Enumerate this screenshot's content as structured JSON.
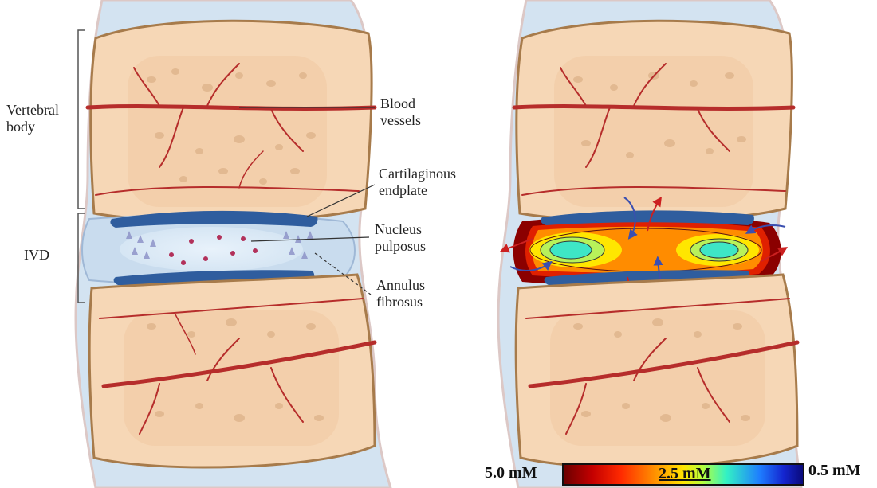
{
  "labels": {
    "vertebral_body": "Vertebral\nbody",
    "blood_vessels": "Blood\nvessels",
    "cartilaginous_endplate": "Cartilaginous\nendplate",
    "ivd": "IVD",
    "nucleus_pulposus": "Nucleus\npulposus",
    "annulus_fibrosus": "Annulus\nfibrosus"
  },
  "colorbar": {
    "left_label": "5.0 mM",
    "mid_label": "2.5 mM",
    "right_label": "0.5 mM"
  },
  "colors": {
    "bone_fill": "#f6d7b6",
    "bone_outline": "#a77b4b",
    "trabecular": "#e2b991",
    "vessel": "#b62d2b",
    "endplate": "#2f5d9e",
    "disc_fluid": "#cfe2f2",
    "flux_in_arrow": "#3a4fb0",
    "flux_out_arrow": "#cc2020"
  }
}
